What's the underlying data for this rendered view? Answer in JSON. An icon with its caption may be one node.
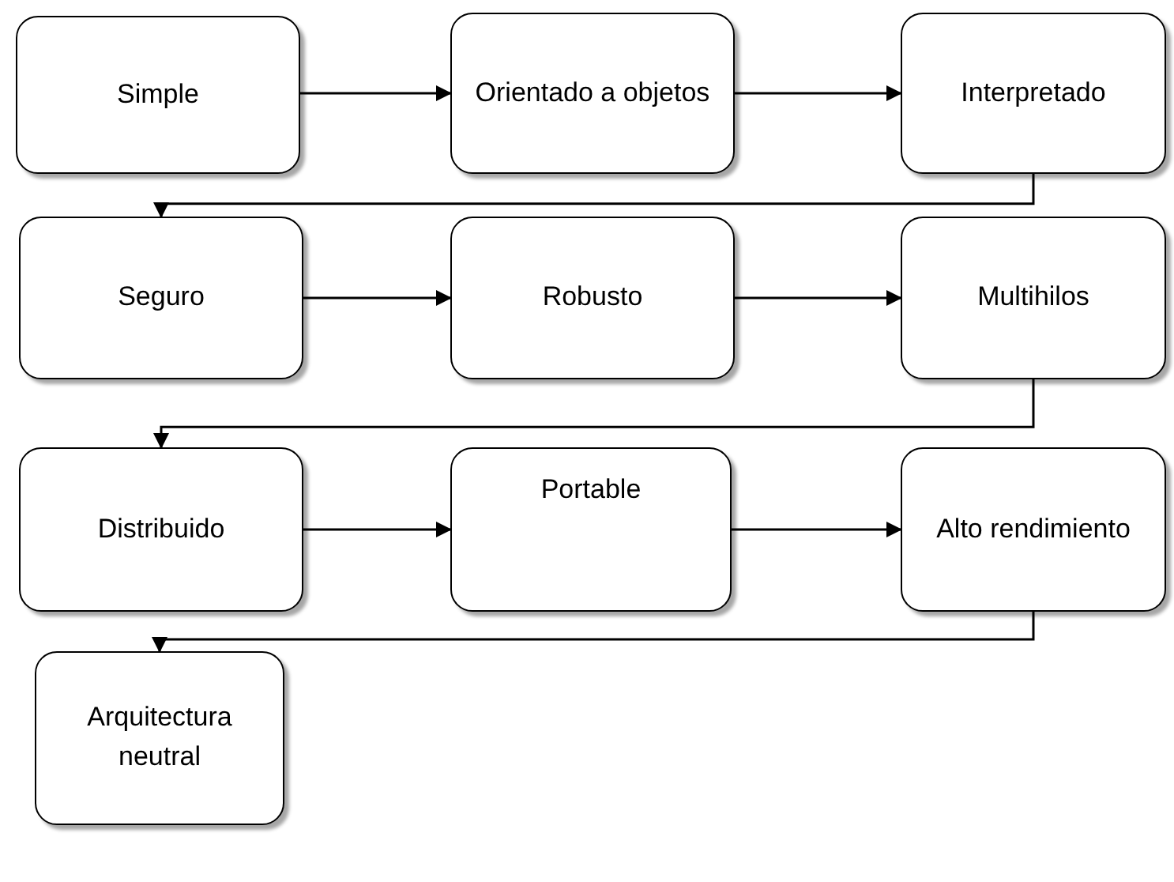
{
  "diagram": {
    "nodes": [
      {
        "text": [
          "Simple"
        ]
      },
      {
        "text": [
          "Orientado a objetos"
        ]
      },
      {
        "text": [
          "Interpretado"
        ]
      },
      {
        "text": [
          "Seguro"
        ]
      },
      {
        "text": [
          "Robusto"
        ]
      },
      {
        "text": [
          "Multihilos"
        ]
      },
      {
        "text": [
          "Distribuido"
        ]
      },
      {
        "text": [
          "Portable"
        ]
      },
      {
        "text": [
          "Alto rendimiento"
        ]
      },
      {
        "text": [
          "Arquitectura neutral"
        ]
      }
    ],
    "edges": [
      {
        "from": 0,
        "to": 1,
        "arrow": "to"
      },
      {
        "from": 1,
        "to": 2,
        "arrow": "to"
      },
      {
        "from": 2,
        "to": 3,
        "arrow": "to"
      },
      {
        "from": 3,
        "to": 4,
        "arrow": "to"
      },
      {
        "from": 4,
        "to": 5,
        "arrow": "to"
      },
      {
        "from": 5,
        "to": 6,
        "arrow": "to"
      },
      {
        "from": 6,
        "to": 7,
        "arrow": "to"
      },
      {
        "from": 7,
        "to": 8,
        "arrow": "to"
      },
      {
        "from": 8,
        "to": 9,
        "arrow": "to"
      }
    ]
  }
}
